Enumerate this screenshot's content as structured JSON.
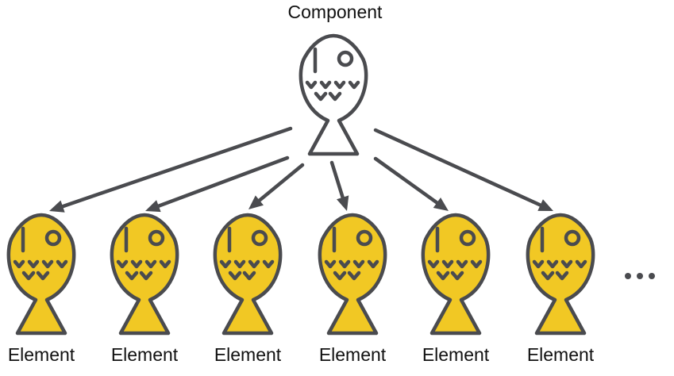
{
  "root": {
    "label": "Component",
    "fill": "#ffffff"
  },
  "children": [
    {
      "label": "Element"
    },
    {
      "label": "Element"
    },
    {
      "label": "Element"
    },
    {
      "label": "Element"
    },
    {
      "label": "Element"
    },
    {
      "label": "Element"
    }
  ],
  "child_fill": "#f1c824",
  "stroke_color": "#4a4b4f",
  "overflow_indicator": "ellipsis"
}
